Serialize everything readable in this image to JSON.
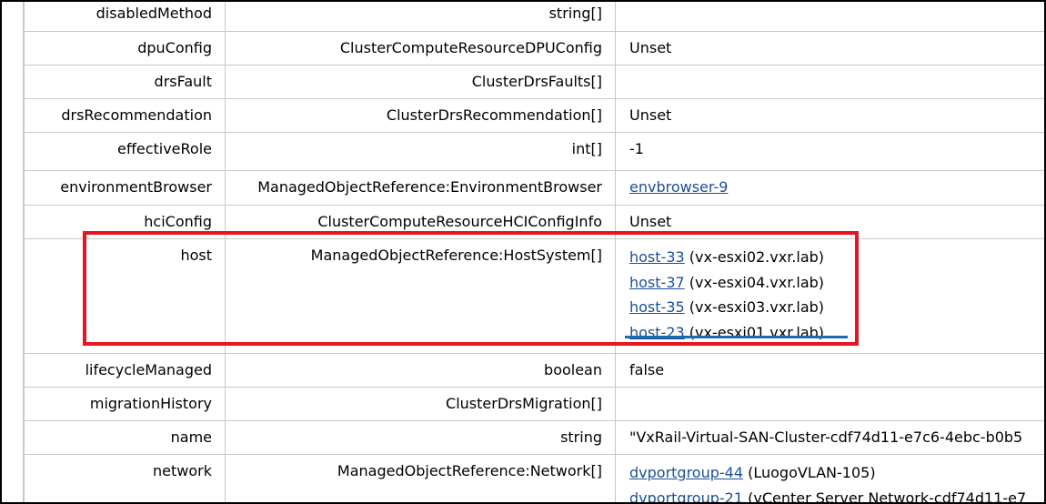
{
  "rows": [
    {
      "name": "disabledMethod",
      "type": "string[]",
      "values": []
    },
    {
      "name": "dpuConfig",
      "type": "ClusterComputeResourceDPUConfig",
      "values": [
        {
          "text": "Unset"
        }
      ]
    },
    {
      "name": "drsFault",
      "type": "ClusterDrsFaults[]",
      "values": []
    },
    {
      "name": "drsRecommendation",
      "type": "ClusterDrsRecommendation[]",
      "values": [
        {
          "text": "Unset"
        }
      ]
    },
    {
      "name": "effectiveRole",
      "type": "int[]",
      "values": [
        {
          "text": "-1"
        }
      ]
    },
    {
      "name": "environmentBrowser",
      "type": "ManagedObjectReference:EnvironmentBrowser",
      "values": [
        {
          "link": "envbrowser-9"
        }
      ]
    },
    {
      "name": "hciConfig",
      "type": "ClusterComputeResourceHCIConfigInfo",
      "values": [
        {
          "text": "Unset"
        }
      ]
    },
    {
      "name": "host",
      "type": "ManagedObjectReference:HostSystem[]",
      "values": [
        {
          "link": "host-33",
          "text": "(vx-esxi02.vxr.lab)"
        },
        {
          "link": "host-37",
          "text": "(vx-esxi04.vxr.lab)"
        },
        {
          "link": "host-35",
          "text": "(vx-esxi03.vxr.lab)"
        },
        {
          "link": "host-23",
          "text": "(vx-esxi01.vxr.lab)"
        }
      ]
    },
    {
      "name": "lifecycleManaged",
      "type": "boolean",
      "values": [
        {
          "text": "false"
        }
      ]
    },
    {
      "name": "migrationHistory",
      "type": "ClusterDrsMigration[]",
      "values": []
    },
    {
      "name": "name",
      "type": "string",
      "values": [
        {
          "text": "\"VxRail-Virtual-SAN-Cluster-cdf74d11-e7c6-4ebc-b0b5"
        }
      ]
    },
    {
      "name": "network",
      "type": "ManagedObjectReference:Network[]",
      "values": [
        {
          "link": "dvportgroup-44",
          "text": "(LuogoVLAN-105)"
        },
        {
          "link": "dvportgroup-21",
          "text": "(vCenter Server Network-cdf74d11-e7"
        }
      ]
    }
  ],
  "colors": {
    "highlight": "#e8141e",
    "underline": "#1b6cae",
    "link": "#1a4f9c"
  }
}
